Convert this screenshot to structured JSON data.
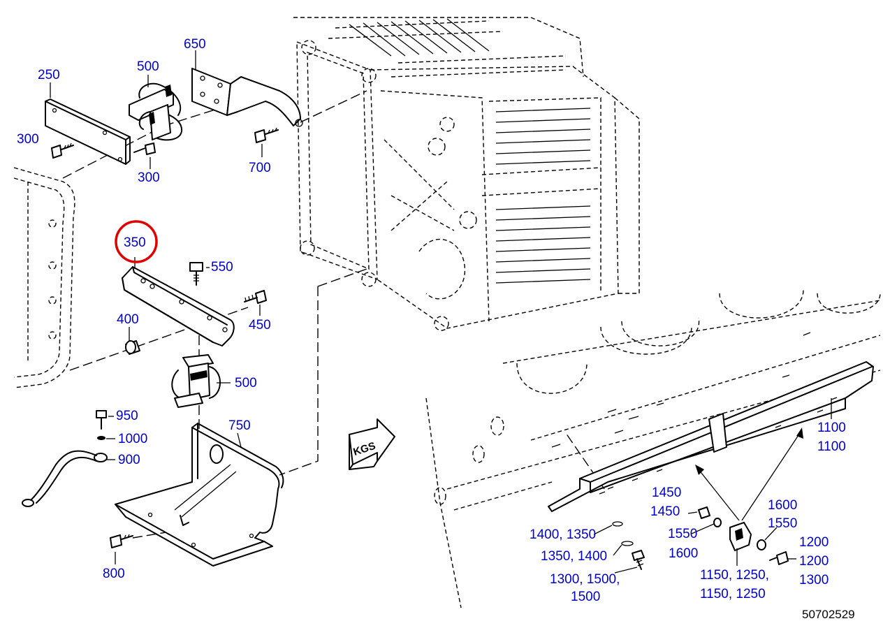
{
  "diagram": {
    "document_number": "50702529",
    "highlight_color": "#e00000",
    "label_color": "#0000c8",
    "highlighted_part": "350",
    "direction_marker": "KGS",
    "labels": {
      "p250": "250",
      "p500a": "500",
      "p650": "650",
      "p300a": "300",
      "p300b": "300",
      "p700": "700",
      "p350": "350",
      "p550": "550",
      "p450": "450",
      "p400": "400",
      "p500b": "500",
      "p950": "950",
      "p1000": "1000",
      "p900": "900",
      "p750": "750",
      "p800": "800",
      "p1100a": "1100",
      "p1100b": "1100",
      "p1450a": "1450",
      "p1450b": "1450",
      "p1600a": "1600",
      "p1550a": "1550",
      "p1550b": "1550",
      "p1600b": "1600",
      "p1200a": "1200",
      "p1200b": "1200",
      "p1300": "1300",
      "p1400_1350": "1400, 1350",
      "p1350_1400": "1350, 1400",
      "p1300_1500": "1300, 1500,",
      "p1500": "1500",
      "p1150_1250a": "1150, 1250,",
      "p1150_1250b": "1150, 1250"
    }
  }
}
